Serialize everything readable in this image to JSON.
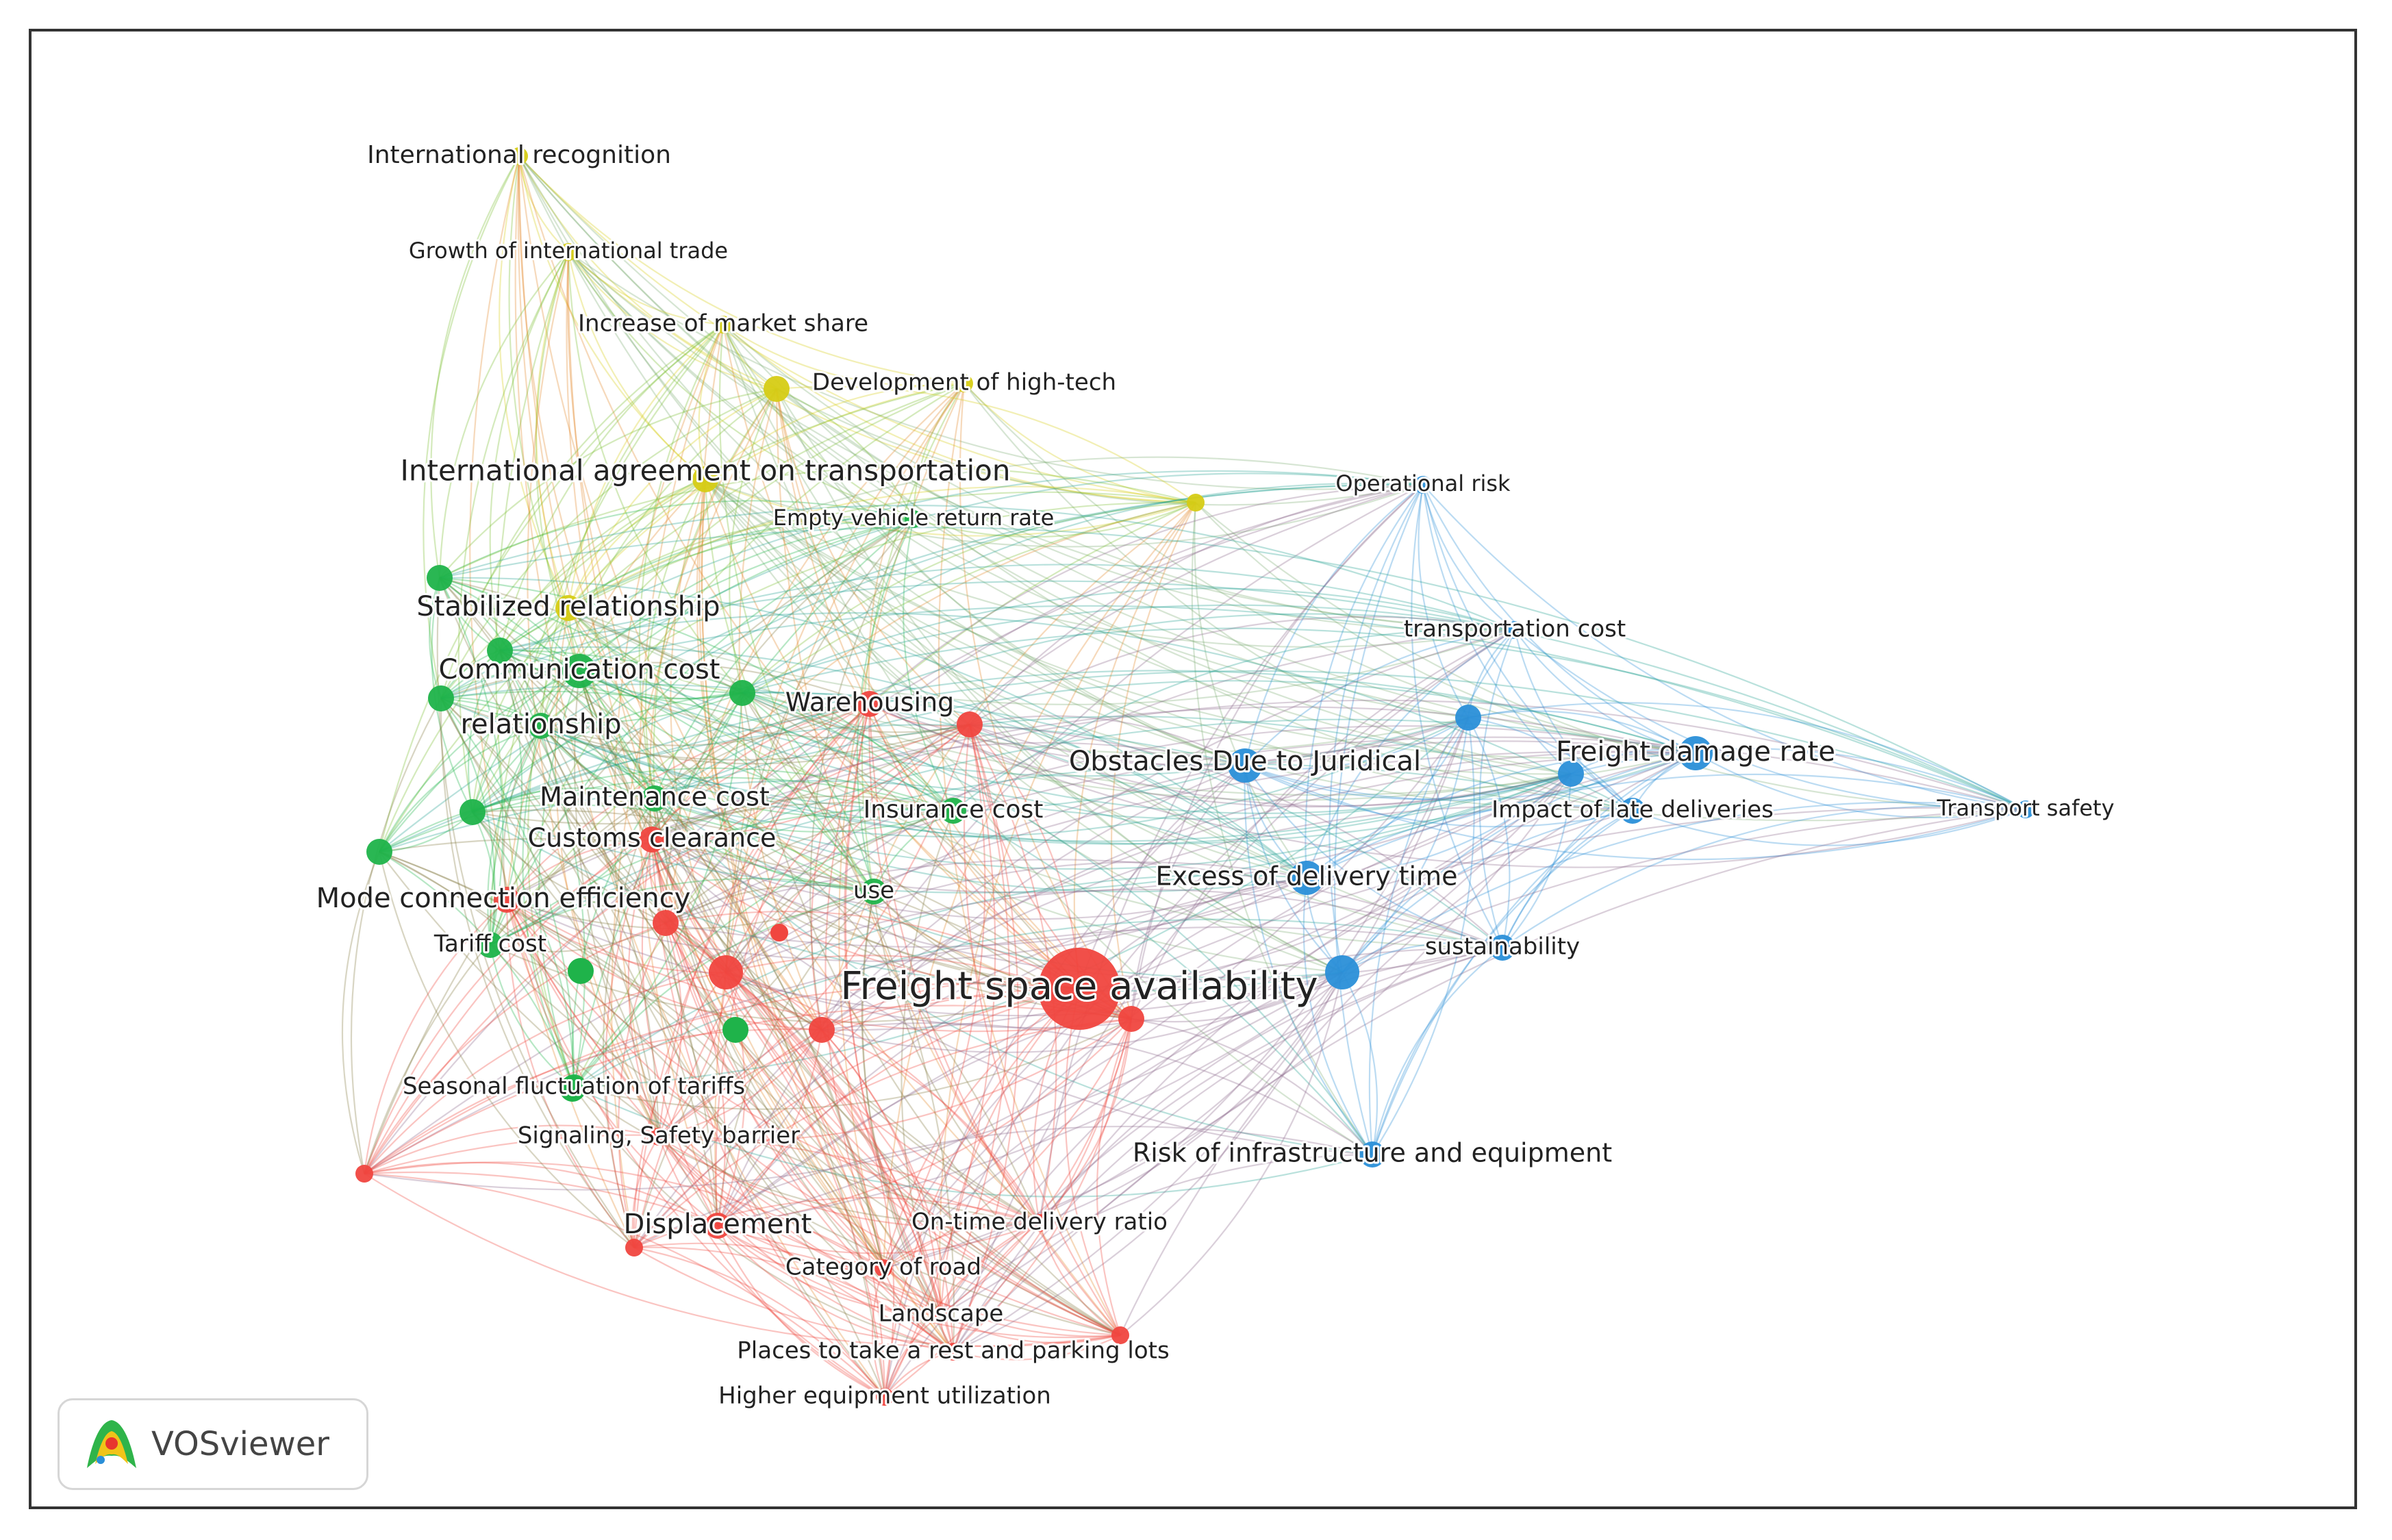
{
  "brand": {
    "name": "VOSviewer",
    "logo_icon": "vosviewer-logo-icon"
  },
  "clusters": {
    "red": "#f0463f",
    "green": "#1fb34a",
    "yellow": "#d6cc15",
    "blue": "#2a8fd8"
  },
  "nodes": [
    {
      "id": "intl-recognition",
      "label": "International recognition",
      "cluster": "yellow",
      "size": 2
    },
    {
      "id": "growth-trade",
      "label": "Growth of international trade",
      "cluster": "yellow",
      "size": 2
    },
    {
      "id": "market-share",
      "label": "Increase of market share",
      "cluster": "yellow",
      "size": 2
    },
    {
      "id": "high-tech",
      "label": "Development of high-tech",
      "cluster": "yellow",
      "size": 2
    },
    {
      "id": "intl-agreement",
      "label": "International agreement on transportation",
      "cluster": "yellow",
      "size": 3
    },
    {
      "id": "empty-vehicle",
      "label": "Empty vehicle return rate",
      "cluster": "green",
      "size": 2
    },
    {
      "id": "yellow-unlabeled-1",
      "label": "",
      "cluster": "yellow",
      "size": 2
    },
    {
      "id": "yellow-unlabeled-2",
      "label": "",
      "cluster": "yellow",
      "size": 3
    },
    {
      "id": "operational-risk",
      "label": "Operational risk",
      "cluster": "blue",
      "size": 2
    },
    {
      "id": "stabilized",
      "label": "Stabilized relationship",
      "cluster": "yellow",
      "size": 3
    },
    {
      "id": "communication",
      "label": "Communication cost",
      "cluster": "green",
      "size": 4
    },
    {
      "id": "relationship",
      "label": "relationship",
      "cluster": "green",
      "size": 3
    },
    {
      "id": "warehousing",
      "label": "Warehousing",
      "cluster": "red",
      "size": 3
    },
    {
      "id": "transport-cost",
      "label": "transportation cost",
      "cluster": "blue",
      "size": 2
    },
    {
      "id": "obstacles",
      "label": "Obstacles Due to Juridical",
      "cluster": "blue",
      "size": 4
    },
    {
      "id": "freight-damage",
      "label": "Freight damage rate",
      "cluster": "blue",
      "size": 4
    },
    {
      "id": "late-deliveries",
      "label": "Impact of late deliveries",
      "cluster": "blue",
      "size": 3
    },
    {
      "id": "transport-safety",
      "label": "Transport safety",
      "cluster": "blue",
      "size": 2
    },
    {
      "id": "maintenance",
      "label": "Maintenance cost",
      "cluster": "green",
      "size": 3
    },
    {
      "id": "insurance",
      "label": "Insurance cost",
      "cluster": "green",
      "size": 3
    },
    {
      "id": "customs",
      "label": "Customs clearance",
      "cluster": "red",
      "size": 3
    },
    {
      "id": "mode-connection",
      "label": "Mode connection efficiency",
      "cluster": "red",
      "size": 3
    },
    {
      "id": "use",
      "label": "use",
      "cluster": "green",
      "size": 3
    },
    {
      "id": "excess-delivery",
      "label": "Excess of delivery time",
      "cluster": "blue",
      "size": 4
    },
    {
      "id": "tariff",
      "label": "Tariff cost",
      "cluster": "green",
      "size": 3
    },
    {
      "id": "sustainability",
      "label": "sustainability",
      "cluster": "blue",
      "size": 3
    },
    {
      "id": "freight-space",
      "label": "Freight space availability",
      "cluster": "red",
      "size": 9
    },
    {
      "id": "seasonal",
      "label": "Seasonal fluctuation of tariffs",
      "cluster": "green",
      "size": 3
    },
    {
      "id": "signaling",
      "label": "Signaling, Safety barrier",
      "cluster": "red",
      "size": 2
    },
    {
      "id": "risk-infra",
      "label": "Risk of infrastructure and equipment",
      "cluster": "blue",
      "size": 3
    },
    {
      "id": "displacement",
      "label": "Displacement",
      "cluster": "red",
      "size": 3
    },
    {
      "id": "on-time",
      "label": "On-time delivery ratio",
      "cluster": "red",
      "size": 2
    },
    {
      "id": "category-road",
      "label": "Category of road",
      "cluster": "red",
      "size": 2
    },
    {
      "id": "landscape",
      "label": "Landscape",
      "cluster": "red",
      "size": 2
    },
    {
      "id": "rest-parking",
      "label": "Places to take a rest and parking lots",
      "cluster": "red",
      "size": 2
    },
    {
      "id": "equipment-util",
      "label": "Higher equipment utilization",
      "cluster": "red",
      "size": 2
    },
    {
      "id": "green-u1",
      "label": "",
      "cluster": "green",
      "size": 3
    },
    {
      "id": "green-u2",
      "label": "",
      "cluster": "green",
      "size": 3
    },
    {
      "id": "green-u3",
      "label": "",
      "cluster": "green",
      "size": 3
    },
    {
      "id": "green-u4",
      "label": "",
      "cluster": "green",
      "size": 3
    },
    {
      "id": "green-u5",
      "label": "",
      "cluster": "green",
      "size": 3
    },
    {
      "id": "green-u6",
      "label": "",
      "cluster": "green",
      "size": 3
    },
    {
      "id": "red-u1",
      "label": "",
      "cluster": "red",
      "size": 3
    },
    {
      "id": "red-u2",
      "label": "",
      "cluster": "red",
      "size": 3
    },
    {
      "id": "red-u3",
      "label": "",
      "cluster": "red",
      "size": 3
    },
    {
      "id": "red-u4",
      "label": "",
      "cluster": "red",
      "size": 4
    },
    {
      "id": "red-u5",
      "label": "",
      "cluster": "red",
      "size": 3
    },
    {
      "id": "red-u6",
      "label": "",
      "cluster": "red",
      "size": 2
    },
    {
      "id": "red-u7",
      "label": "",
      "cluster": "red",
      "size": 2
    },
    {
      "id": "red-u8",
      "label": "",
      "cluster": "red",
      "size": 2
    },
    {
      "id": "blue-u1",
      "label": "",
      "cluster": "blue",
      "size": 4
    },
    {
      "id": "blue-u2",
      "label": "",
      "cluster": "blue",
      "size": 3
    },
    {
      "id": "blue-u3",
      "label": "",
      "cluster": "blue",
      "size": 3
    }
  ]
}
